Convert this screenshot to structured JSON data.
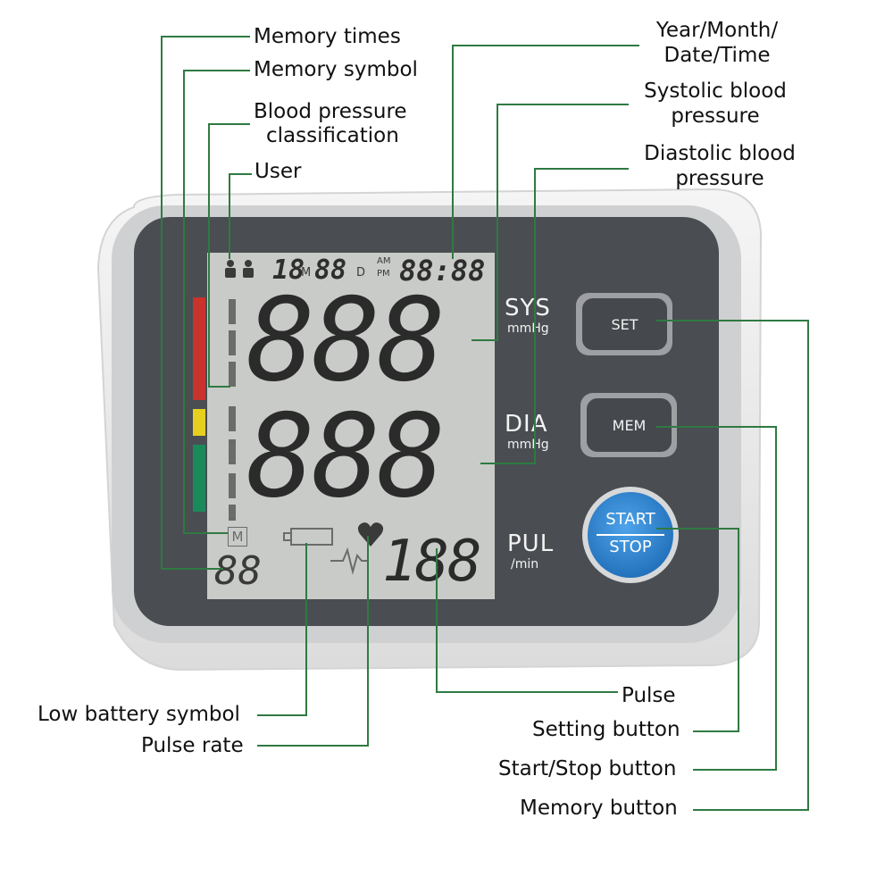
{
  "device": {
    "sys_label": "SYS",
    "sys_unit": "mmHg",
    "dia_label": "DIA",
    "dia_unit": "mmHg",
    "pul_label": "PUL",
    "pul_unit": "/min",
    "set_button": "SET",
    "mem_button": "MEM",
    "start_label": "START",
    "stop_label": "STOP",
    "lcd": {
      "month": "18",
      "month_unit": "M",
      "day": "88",
      "day_unit": "D",
      "am": "AM",
      "pm": "PM",
      "time": "88:88",
      "systolic": "888",
      "diastolic": "888",
      "pulse": "188",
      "memory_times": "88",
      "memory_symbol": "M"
    },
    "classification_colors": [
      "#c8332b",
      "#e6cf1f",
      "#1b8a5a"
    ]
  },
  "annotations": {
    "memory_times": "Memory times",
    "memory_symbol": "Memory symbol",
    "bp_classification_line1": "Blood pressure",
    "bp_classification_line2": "classification",
    "user": "User",
    "year_month_line1": "Year/Month/",
    "year_month_line2": "Date/Time",
    "systolic_line1": "Systolic blood",
    "systolic_line2": "pressure",
    "diastolic_line1": "Diastolic blood",
    "diastolic_line2": "pressure",
    "low_battery": "Low battery symbol",
    "pulse_rate": "Pulse rate",
    "pulse": "Pulse",
    "setting_button": "Setting button",
    "start_stop_button": "Start/Stop button",
    "memory_button": "Memory button"
  },
  "colors": {
    "leader_line": "#2f7a42",
    "panel": "#4a4d52",
    "lcd": "#c9cbc8",
    "start_button": "#2f86d4"
  }
}
